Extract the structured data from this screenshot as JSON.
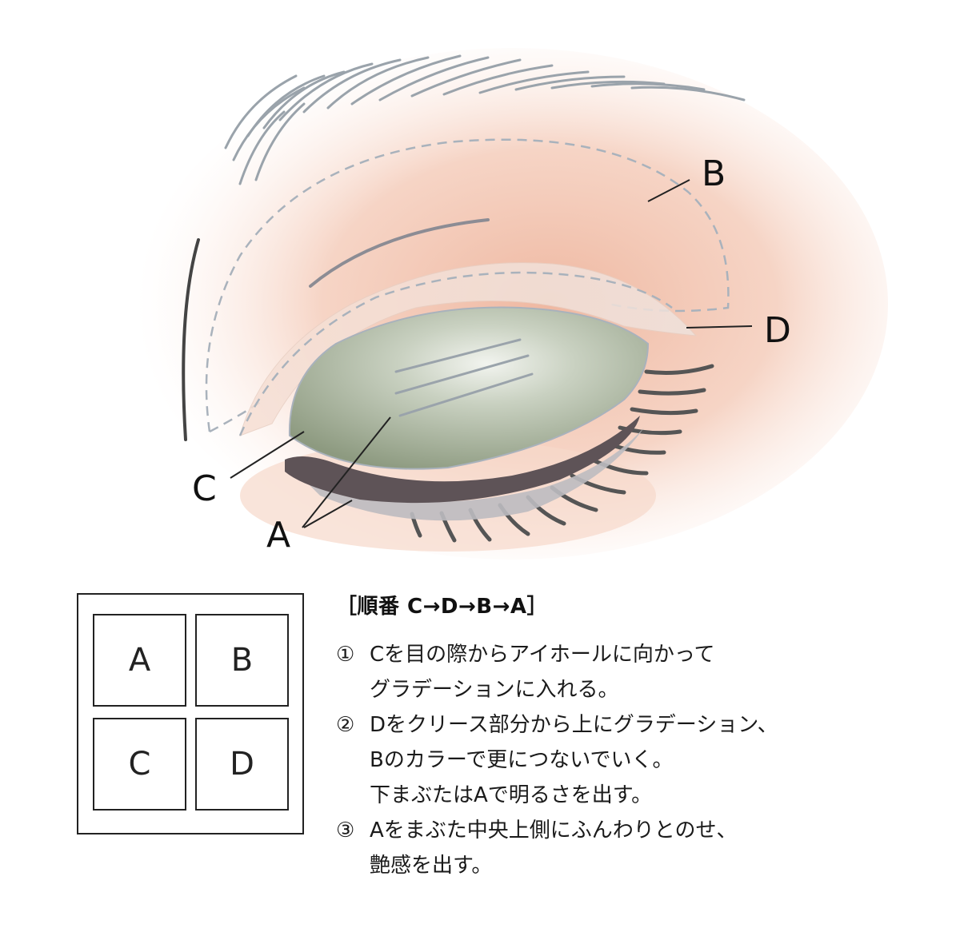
{
  "callouts": {
    "a": "A",
    "b": "B",
    "c": "C",
    "d": "D"
  },
  "palette": {
    "pans": [
      "A",
      "B",
      "C",
      "D"
    ]
  },
  "instructions": {
    "heading": "［順番 C→D→B→A］",
    "steps": [
      {
        "num": "①",
        "lines": [
          "Cを目の際からアイホールに向かって",
          "グラデーションに入れる。"
        ]
      },
      {
        "num": "②",
        "lines": [
          "Dをクリース部分から上にグラデーション、",
          "Bのカラーで更につないでいく。",
          "下まぶたはAで明るさを出す。"
        ]
      },
      {
        "num": "③",
        "lines": [
          "Aをまぶた中央上側にふんわりとのせ、",
          "艶感を出す。"
        ]
      }
    ]
  },
  "colors": {
    "skin_peach": "#f2c4b0",
    "lid_green": "#9aa68e",
    "lid_highlight": "#e6ebe2",
    "lash_line": "#5e5357",
    "dashed_outline": "#a9b2bc",
    "brow": "#9aa3ab"
  }
}
